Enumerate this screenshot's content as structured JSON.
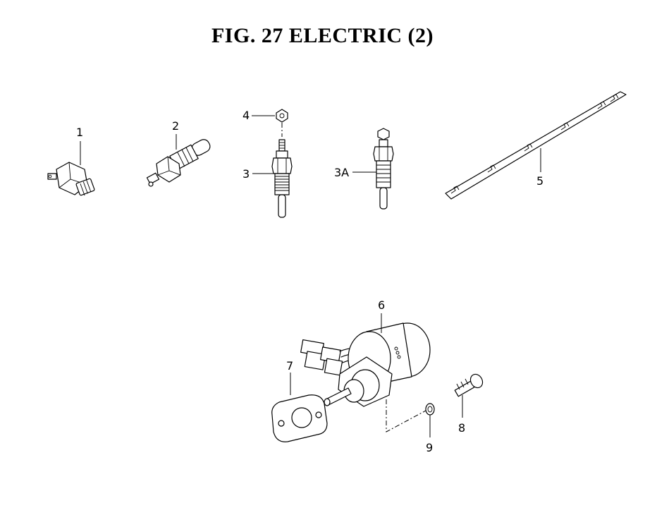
{
  "title": "FIG. 27  ELECTRIC (2)",
  "callouts": {
    "p1": "1",
    "p2": "2",
    "p3": "3",
    "p3a": "3A",
    "p4": "4",
    "p5": "5",
    "p6": "6",
    "p7": "7",
    "p8": "8",
    "p9": "9"
  }
}
